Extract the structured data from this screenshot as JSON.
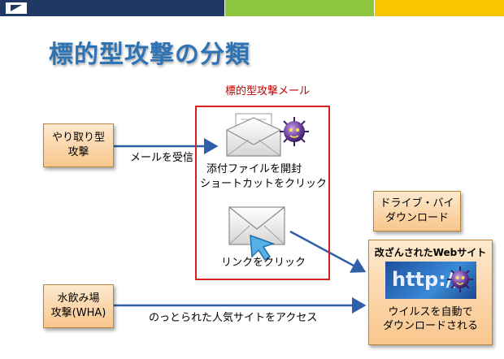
{
  "title": "標的型攻撃の分類",
  "email_attack_label": "標的型攻撃メール",
  "boxes": {
    "yaritori_line1": "やり取り型",
    "yaritori_line2": "攻撃",
    "watering_line1": "水飲み場",
    "watering_line2": "攻撃(WHA)",
    "drive_by_line1": "ドライブ・バイ",
    "drive_by_line2": "ダウンロード"
  },
  "labels": {
    "receive_mail": "メールを受信",
    "attachment_line1": "添付ファイルを開封",
    "attachment_line2": "ショートカットをクリック",
    "link_click": "リンクをクリック",
    "hijacked_access": "のっとられた人気サイトをアクセス"
  },
  "site_box": {
    "title": "改ざんされたWebサイト",
    "url_text": "http://",
    "desc_line1": "ウイルスを自動で",
    "desc_line2": "ダウンロードされる"
  },
  "colors": {
    "bar_navy": "#1f3864",
    "bar_green": "#8dc63f",
    "bar_yellow": "#f7c600",
    "title_blue": "#2e74b5",
    "frame_red": "#d62020",
    "arrow_blue": "#2f5fa7"
  },
  "icons": [
    "envelope-with-letter-icon",
    "virus-icon",
    "envelope-icon",
    "cursor-arrow-icon",
    "logo-icon"
  ]
}
